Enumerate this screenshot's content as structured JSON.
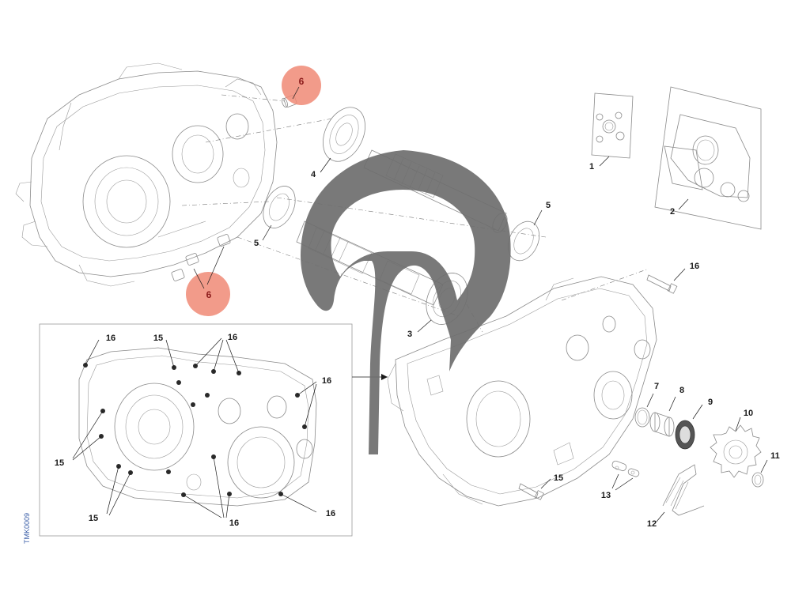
{
  "document_id": "TMK0009",
  "colors": {
    "highlight": "#f08a76",
    "highlight_text": "#8b1a1a",
    "watermark": "#6e6e6e",
    "linework": "#8a8a8a",
    "document_id_text": "#3a5ea8"
  },
  "callouts": {
    "c1": "1",
    "c2": "2",
    "c3": "3",
    "c4": "4",
    "c5a": "5",
    "c5b": "5",
    "c6_top": "6",
    "c6_bottom": "6",
    "c7": "7",
    "c8": "8",
    "c9": "9",
    "c10": "10",
    "c11": "11",
    "c12": "12",
    "c13": "13",
    "c15_right": "15",
    "c16_right": "16",
    "inset_16_topleft": "16",
    "inset_15_top": "15",
    "inset_16_top": "16",
    "inset_16_right_top": "16",
    "inset_15_left": "15",
    "inset_15_bottom": "15",
    "inset_16_bottom": "16",
    "inset_16_right_bottom": "16"
  },
  "watermark_icon": "stylized-head-logo"
}
